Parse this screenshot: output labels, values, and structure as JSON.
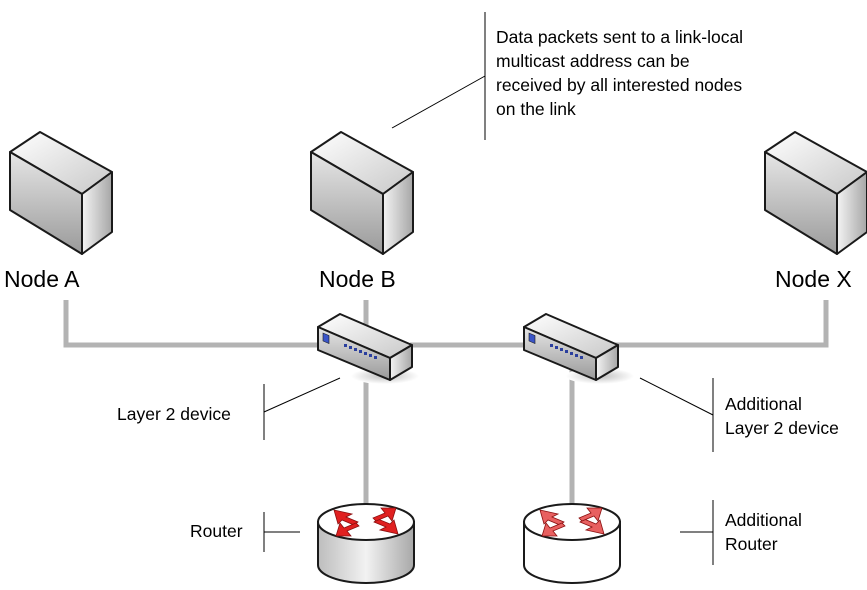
{
  "nodes": {
    "node_a": "Node A",
    "node_b": "Node B",
    "node_x": "Node X"
  },
  "callouts": {
    "multicast": [
      "Data packets sent to a link-local",
      "multicast address can be",
      "received by all interested nodes",
      "on the link"
    ],
    "layer2": "Layer 2 device",
    "additional_layer2": [
      "Additional",
      "Layer 2 device"
    ],
    "router": "Router",
    "additional_router": [
      "Additional",
      "Router"
    ]
  },
  "colors": {
    "link": "#b3b3b3",
    "device_body": "#d9d9d9",
    "device_dark": "#8c8c8c",
    "router_arrow": "#e02020"
  }
}
